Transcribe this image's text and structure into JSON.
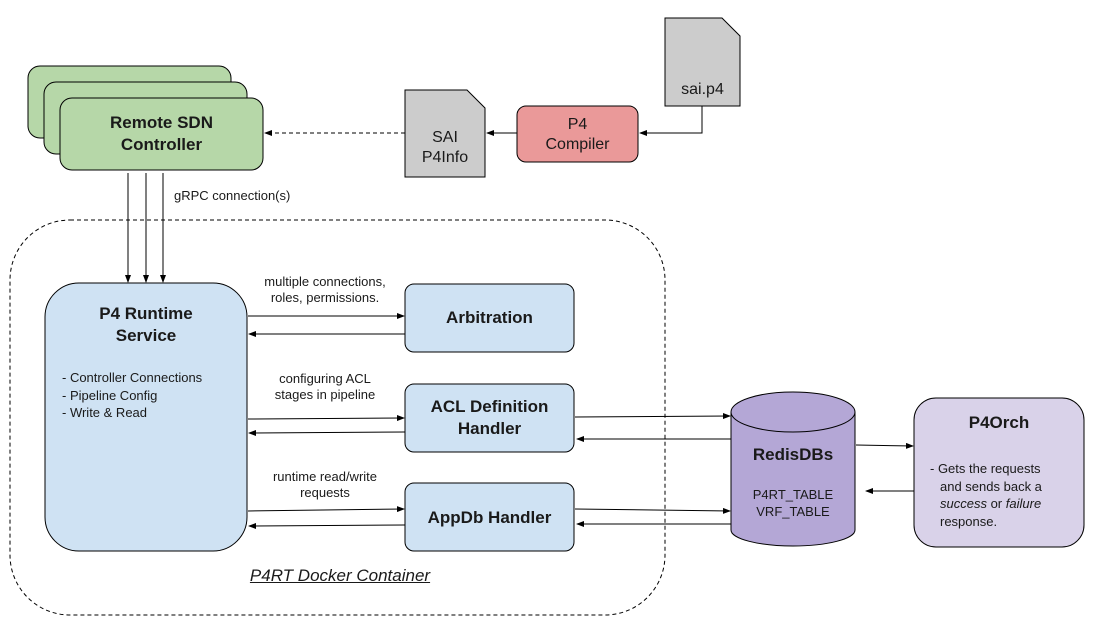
{
  "colors": {
    "controller_fill": "#b6d7a8",
    "compiler_fill": "#ea9999",
    "file_fill": "#cccccc",
    "service_fill": "#cfe2f3",
    "redis_fill": "#b4a7d6",
    "p4orch_fill": "#d9d2e9",
    "stroke": "#000000"
  },
  "nodes": {
    "controller": {
      "title_line1": "Remote SDN",
      "title_line2": "Controller"
    },
    "sai_p4": {
      "label": "sai.p4"
    },
    "compiler": {
      "line1": "P4",
      "line2": "Compiler"
    },
    "p4info": {
      "line1": "SAI",
      "line2": "P4Info"
    },
    "runtime": {
      "title_line1": "P4 Runtime",
      "title_line2": "Service",
      "items": [
        "- Controller Connections",
        "- Pipeline Config",
        "- Write & Read"
      ]
    },
    "arbitration": {
      "title": "Arbitration"
    },
    "acl": {
      "title_line1": "ACL Definition",
      "title_line2": "Handler"
    },
    "appdb": {
      "title": "AppDb Handler"
    },
    "redis": {
      "title": "RedisDBs",
      "tables": [
        "P4RT_TABLE",
        "VRF_TABLE"
      ]
    },
    "p4orch": {
      "title": "P4Orch",
      "desc_line1": "- Gets the requests",
      "desc_line2": "and sends back a",
      "desc_success": "success",
      "desc_or": " or ",
      "desc_failure": "failure",
      "desc_line4": "response."
    }
  },
  "edge_labels": {
    "grpc": "gRPC connection(s)",
    "arbitration_line1": "multiple connections,",
    "arbitration_line2": "roles, permissions.",
    "acl_line1": "configuring ACL",
    "acl_line2": "stages in pipeline",
    "appdb_line1": "runtime read/write",
    "appdb_line2": "requests"
  },
  "container": {
    "label": "P4RT Docker Container"
  }
}
